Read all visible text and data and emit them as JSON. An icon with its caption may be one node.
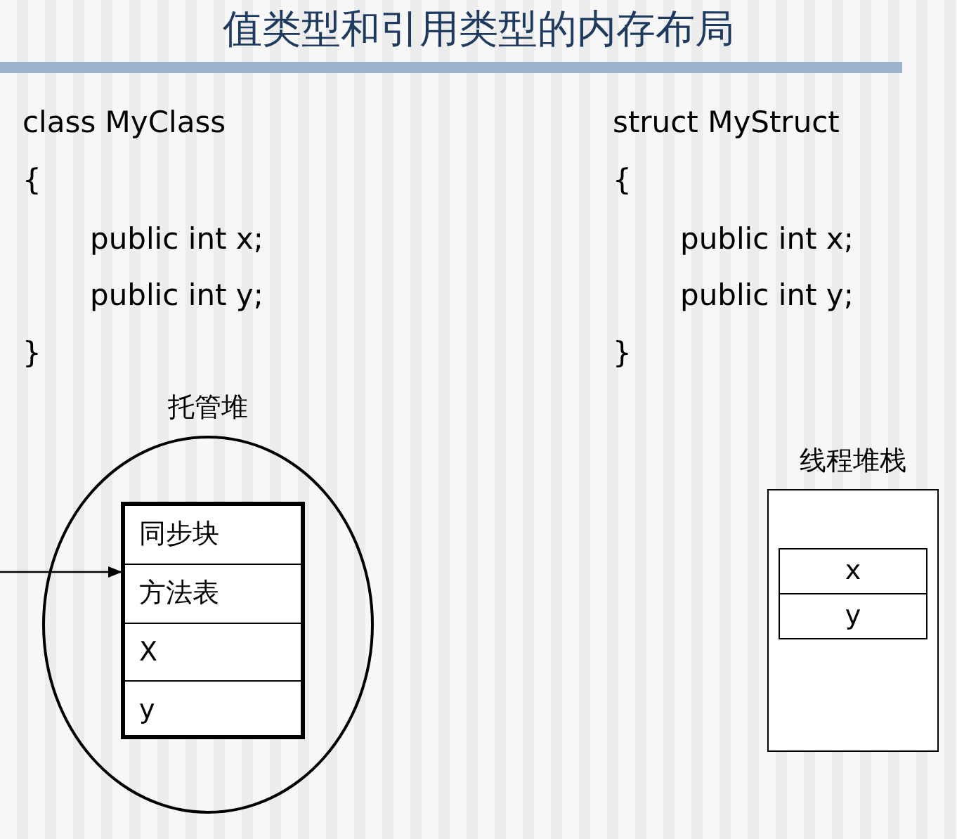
{
  "diagram": {
    "title": "值类型和引用类型的内存布局",
    "nodes": [
      {
        "text": [
          "托管堆"
        ]
      },
      {
        "text": [],
        "shape": "box",
        "in": 0
      },
      {
        "text": [
          "同步块"
        ],
        "in": 1
      },
      {
        "text": [
          "方法表"
        ],
        "in": 1
      },
      {
        "text": [
          "X"
        ],
        "in": 1
      },
      {
        "text": [
          "y"
        ],
        "in": 1
      },
      {
        "text": [
          "线程堆栈"
        ]
      },
      {
        "text": [
          "x"
        ],
        "in": 6
      },
      {
        "text": [
          "y"
        ],
        "in": 6
      }
    ],
    "edges": [
      {
        "from": null,
        "to": 3,
        "arrow": "to"
      }
    ],
    "labels": [
      "class MyClass",
      "{",
      "public int x;",
      "public int y;",
      "}",
      "struct MyStruct",
      "{",
      "public int x;",
      "public int y;",
      "}"
    ]
  }
}
